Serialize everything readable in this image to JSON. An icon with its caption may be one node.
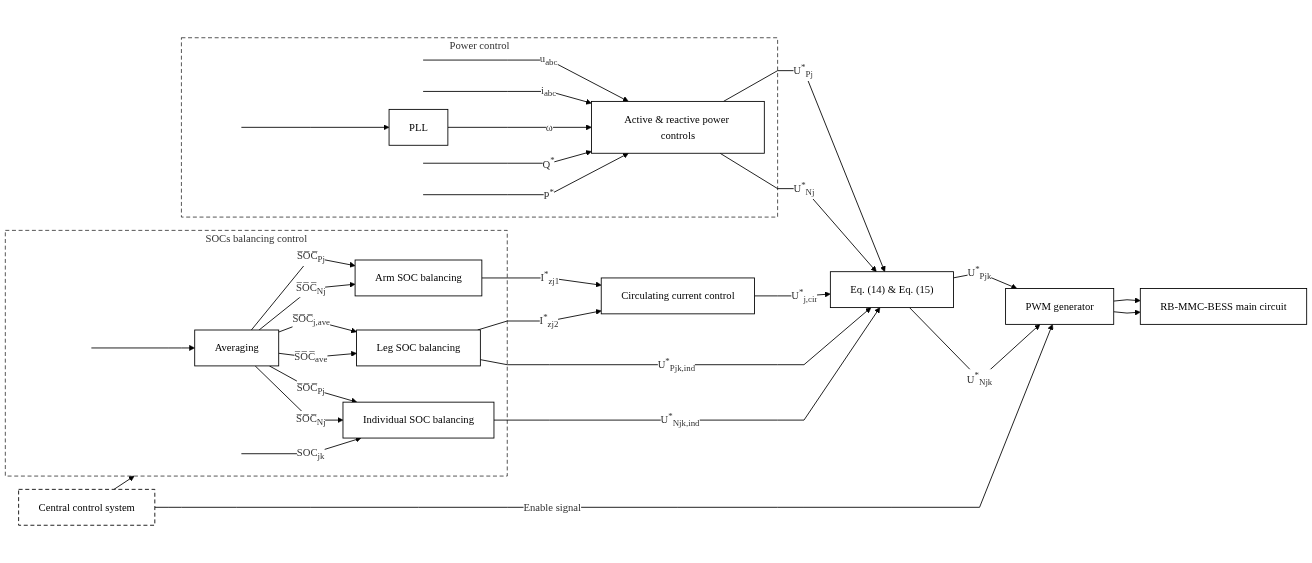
{
  "diagram": {
    "nodes": [
      {
        "text": [
          "Power control"
        ]
      },
      {
        "text": [
          "PLL"
        ],
        "in": 0
      },
      {
        "text": [
          "Active & reactive power controls"
        ],
        "in": 0
      },
      {
        "text": [
          "Eq. (14) & Eq. (15)"
        ]
      },
      {
        "text": [
          "PWM generator"
        ]
      },
      {
        "text": [
          "RB-MMC-BESS main circuit"
        ]
      },
      {
        "text": [
          "Circulating current control"
        ]
      },
      {
        "text": [
          "Central control system"
        ]
      },
      {
        "text": [
          "SOCs balancing control"
        ]
      },
      {
        "text": [
          "Averaging"
        ],
        "in": 8
      },
      {
        "text": [
          "Arm SOC balancing"
        ],
        "in": 8
      },
      {
        "text": [
          "Leg SOC balancing"
        ],
        "in": 8
      },
      {
        "text": [
          "Individual SOC balancing"
        ],
        "in": 8
      }
    ],
    "edges": [
      {
        "from": null,
        "to": 2,
        "arrow": "to",
        "label": "u$_{abc}$"
      },
      {
        "from": null,
        "to": 1,
        "arrow": "to"
      },
      {
        "from": null,
        "to": 2,
        "arrow": "to",
        "label": "i$_{abc}$"
      },
      {
        "from": 1,
        "to": 2,
        "arrow": "to",
        "label": "ω"
      },
      {
        "from": null,
        "to": 2,
        "arrow": "to",
        "label": "Q$^{*}$"
      },
      {
        "from": null,
        "to": 2,
        "arrow": "to",
        "label": "P$^{*}$"
      },
      {
        "from": 2,
        "to": 3,
        "arrow": "to",
        "label": "U$^{*}$$_{Pj}$"
      },
      {
        "from": 2,
        "to": 3,
        "arrow": "to",
        "label": "U$^{*}$$_{Nj}$"
      },
      {
        "from": 6,
        "to": 3,
        "arrow": "to",
        "label": "U$^{*}$$_{j,cir}$"
      },
      {
        "from": 11,
        "to": 3,
        "arrow": "to",
        "label": "U$^{*}$$_{Pjk,ind}$"
      },
      {
        "from": 12,
        "to": 3,
        "arrow": "to",
        "label": "U$^{*}$$_{Njk,ind}$"
      },
      {
        "from": 3,
        "to": 4,
        "arrow": "to",
        "label": "U$^{*}$$_{Pjk}$"
      },
      {
        "from": 3,
        "to": 4,
        "arrow": "to",
        "label": "U$^{*}$$_{Njk}$"
      },
      {
        "from": 4,
        "to": 5,
        "arrow": "to"
      },
      {
        "from": 4,
        "to": 5,
        "arrow": "to"
      },
      {
        "from": 7,
        "to": 4,
        "arrow": "to",
        "label": "Enable signal"
      },
      {
        "from": 7,
        "to": 8,
        "arrow": "to"
      },
      {
        "from": 10,
        "to": 6,
        "arrow": "to",
        "label": "I$^{*}$$_{zj1}$"
      },
      {
        "from": 11,
        "to": 6,
        "arrow": "to",
        "label": "I$^{*}$$_{zj2}$"
      },
      {
        "from": 9,
        "to": 10,
        "arrow": "to",
        "label": "S̅O̅C̅$_{Pj}$"
      },
      {
        "from": 9,
        "to": 10,
        "arrow": "to",
        "label": "S̅O̅C̅$_{Nj}$"
      },
      {
        "from": 9,
        "to": 11,
        "arrow": "to",
        "label": "S̅O̅C̅$_{j,ave}$"
      },
      {
        "from": 9,
        "to": 11,
        "arrow": "to",
        "label": "S̅O̅C̅$_{ave}$"
      },
      {
        "from": 9,
        "to": 12,
        "arrow": "to",
        "label": "S̅O̅C̅$_{Pj}$"
      },
      {
        "from": 9,
        "to": 12,
        "arrow": "to",
        "label": "S̅O̅C̅$_{Nj}$"
      },
      {
        "from": null,
        "to": 12,
        "arrow": "to",
        "label": "SOC$_{jk}$"
      },
      {
        "from": null,
        "to": 9,
        "arrow": "to"
      }
    ]
  }
}
